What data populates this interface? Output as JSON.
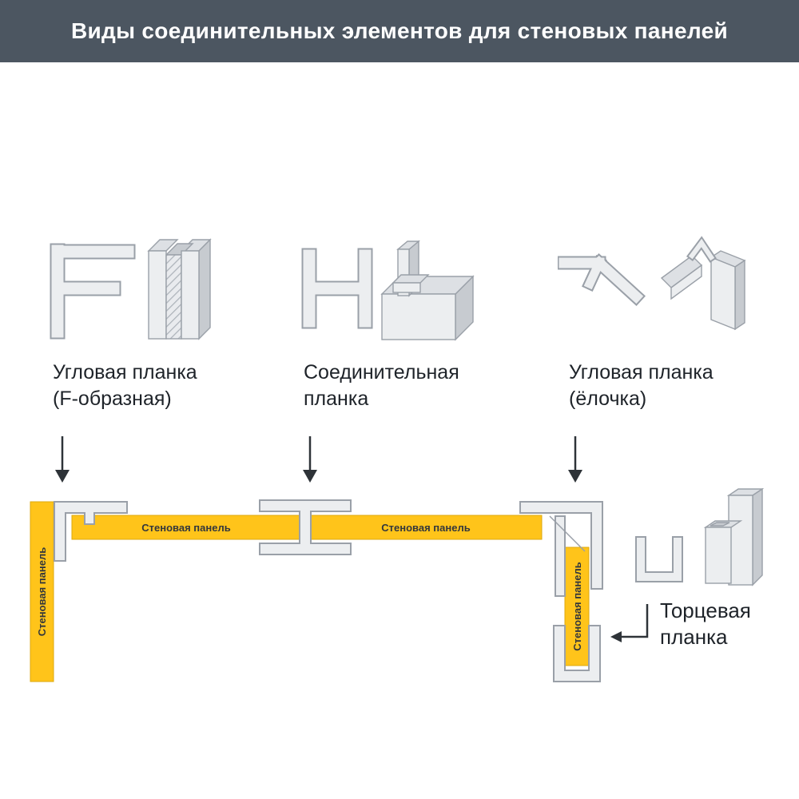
{
  "header": {
    "title": "Виды соединительных элементов для стеновых панелей"
  },
  "colors": {
    "header_bg": "#4C5661",
    "panel_yellow": "#FFC41A",
    "panel_border": "#DCA90E",
    "profile_fill": "#ECEEF0",
    "profile_stroke": "#9AA0A8",
    "face_top": "#DDE0E4",
    "face_side": "#C7CBD0",
    "ink": "#1E2329"
  },
  "profiles": [
    {
      "label_line1": "Угловая планка",
      "label_line2": "(F-образная)"
    },
    {
      "label_line1": "Соединительная",
      "label_line2": "планка"
    },
    {
      "label_line1": "Угловая планка",
      "label_line2": "(ёлочка)"
    }
  ],
  "assembly": {
    "panel_label": "Стеновая панель",
    "end_label_line1": "Торцевая",
    "end_label_line2": "планка"
  }
}
